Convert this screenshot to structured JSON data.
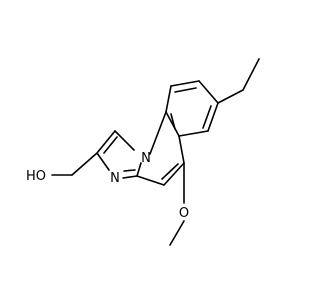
{
  "molecule": {
    "atom_labels": {
      "ring_nitrogen": "N",
      "imine_nitrogen": "N",
      "methoxy_oxygen": "O",
      "hydroxyl": "HO"
    },
    "colors": {
      "bond": "#000000",
      "label": "#000000",
      "background": "#ffffff"
    }
  }
}
